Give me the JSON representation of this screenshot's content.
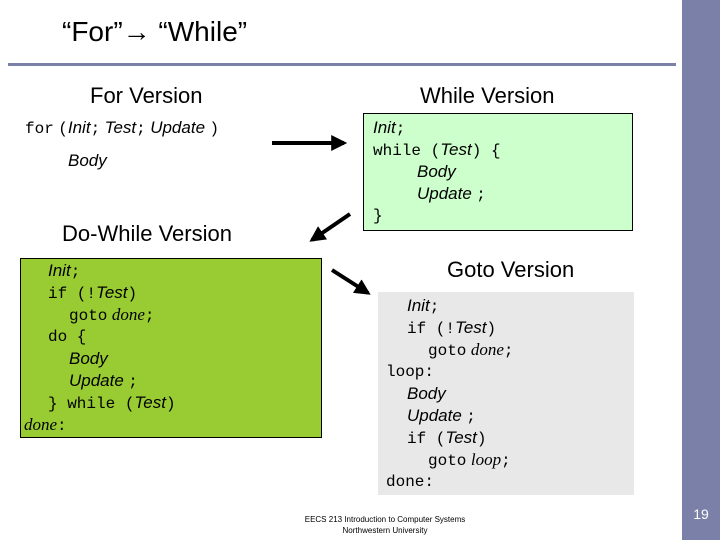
{
  "title": "“For”→ “While”",
  "headers": {
    "for": "For Version",
    "while": "While Version",
    "do": "Do-While Version",
    "goto": "Goto Version"
  },
  "for_code": {
    "kw": "for",
    "open": "(",
    "init": "Init",
    "semi1": ";",
    "test": "Test",
    "semi2": ";",
    "update": "Update",
    "close": ")",
    "body": "Body"
  },
  "while_code": {
    "init": "Init",
    "init_semi": ";",
    "while_kw": "while (",
    "test": "Test",
    "while_end": ") {",
    "body": "Body",
    "update": "Update",
    "update_semi": ";",
    "close": "}"
  },
  "do_code": {
    "init": "Init",
    "init_semi": ";",
    "if_kw": "if (!",
    "test1": "Test",
    "if_end": ")",
    "goto_kw": "goto",
    "done_label": "done",
    "goto_semi": ";",
    "do_kw": "do {",
    "body": "Body",
    "update": "Update",
    "update_semi": ";",
    "while_kw": "} while (",
    "test2": "Test",
    "while_end": ")",
    "done": "done",
    "done_colon": ":"
  },
  "goto_code": {
    "init": "Init",
    "init_semi": ";",
    "if1_kw": "if (!",
    "test1": "Test",
    "if1_end": ")",
    "goto1_kw": "goto",
    "done_label": "done",
    "goto1_semi": ";",
    "loop": "loop:",
    "body": "Body",
    "update": "Update",
    "update_semi": ";",
    "if2_kw": "if (",
    "test2": "Test",
    "if2_end": ")",
    "goto2_kw": "goto",
    "loop_label": "loop",
    "goto2_semi": ";",
    "done": "done:"
  },
  "footer": {
    "line1": "EECS 213 Introduction to Computer Systems",
    "line2": "Northwestern University"
  },
  "slide_number": "19",
  "colors": {
    "sidebar": "#7b80a8",
    "while_box": "#ccffcc",
    "do_box": "#99cc33",
    "goto_box": "#e8e8e8"
  }
}
